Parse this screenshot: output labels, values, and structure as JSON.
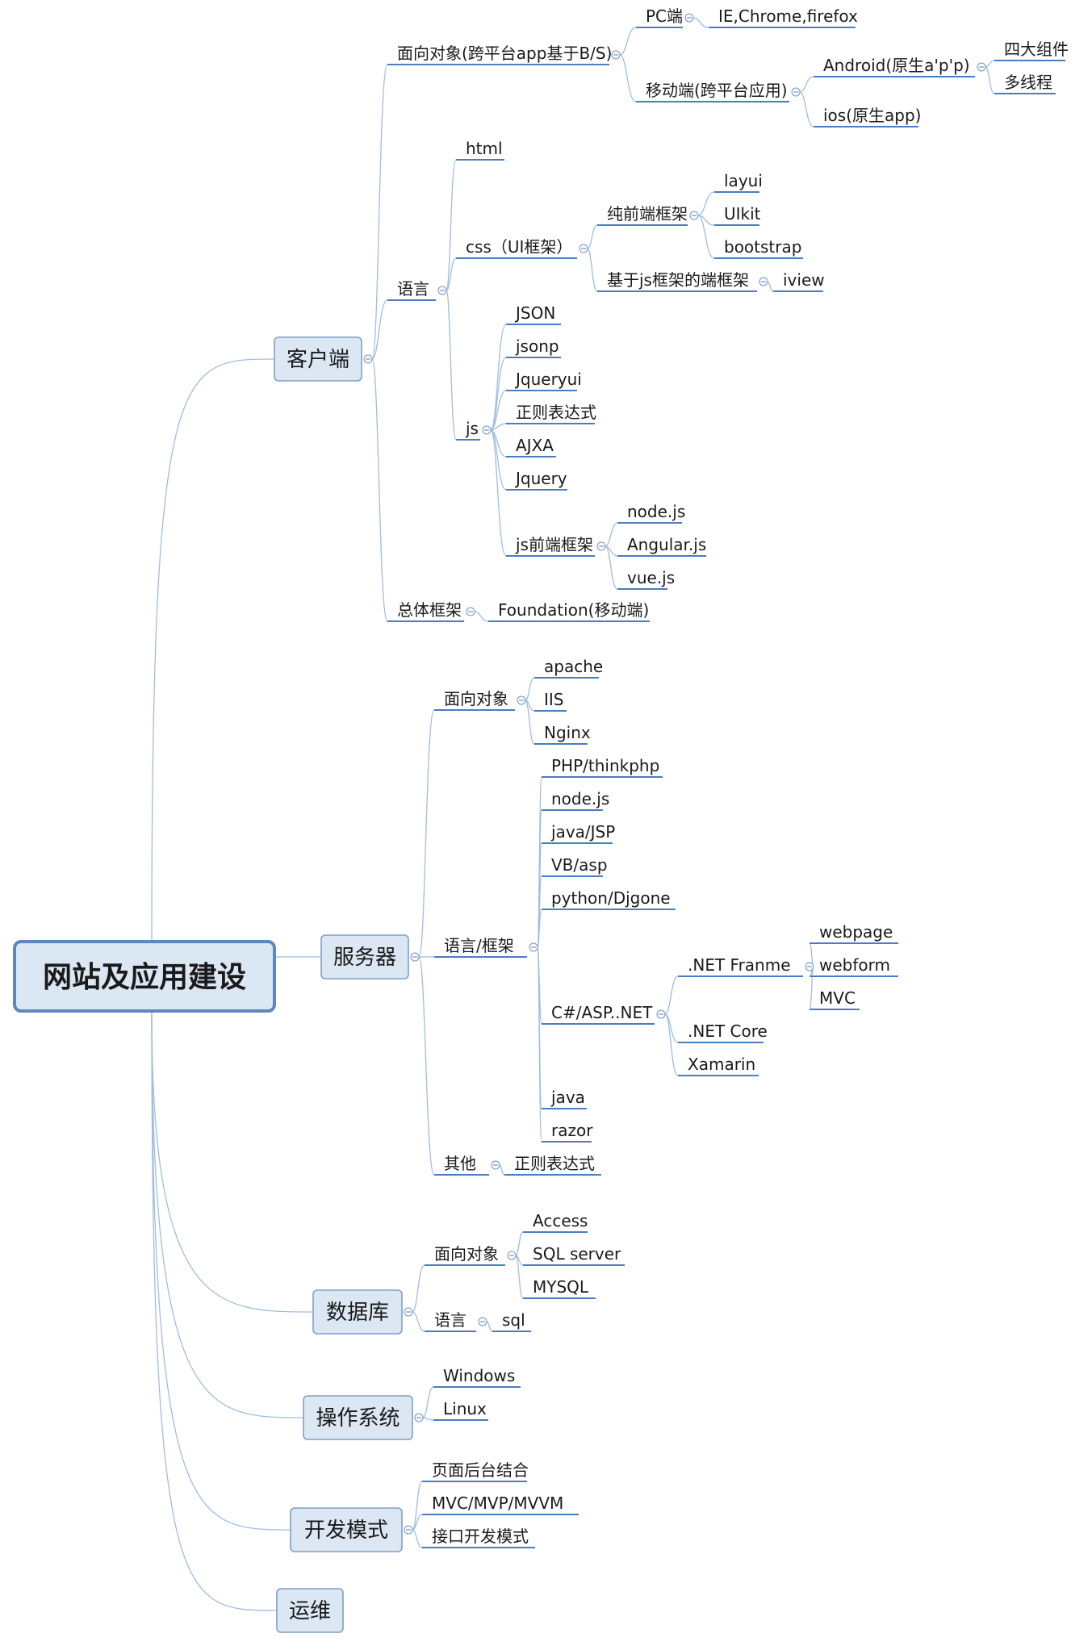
{
  "colors": {
    "connector": "#9fbde0",
    "underline": "#4a7cc0",
    "box_fill": "#dce7f4",
    "box_stroke": "#7f9fc7",
    "root_stroke": "#5f86bd",
    "text": "#1a1a1a"
  },
  "root": {
    "label": "网站及应用建设",
    "children": [
      {
        "label": "客户端",
        "children": [
          {
            "label": "面向对象(跨平台app基于B/S)",
            "children": [
              {
                "label": "PC端",
                "children": [
                  {
                    "label": "IE,Chrome,firefox"
                  }
                ]
              },
              {
                "label": "移动端(跨平台应用)",
                "children": [
                  {
                    "label": "Android(原生a'p'p)",
                    "children": [
                      {
                        "label": "四大组件"
                      },
                      {
                        "label": "多线程"
                      }
                    ]
                  },
                  {
                    "label": "ios(原生app)"
                  }
                ]
              }
            ]
          },
          {
            "label": "语言",
            "children": [
              {
                "label": "html"
              },
              {
                "label": "css（UI框架）",
                "children": [
                  {
                    "label": "纯前端框架",
                    "children": [
                      {
                        "label": "layui"
                      },
                      {
                        "label": "UIkit"
                      },
                      {
                        "label": "bootstrap"
                      }
                    ]
                  },
                  {
                    "label": "基于js框架的端框架",
                    "children": [
                      {
                        "label": "iview"
                      }
                    ]
                  }
                ]
              },
              {
                "label": "js",
                "children": [
                  {
                    "label": "JSON"
                  },
                  {
                    "label": "jsonp"
                  },
                  {
                    "label": "Jqueryui"
                  },
                  {
                    "label": "正则表达式"
                  },
                  {
                    "label": "AJXA"
                  },
                  {
                    "label": "Jquery"
                  },
                  {
                    "label": "js前端框架",
                    "children": [
                      {
                        "label": "node.js"
                      },
                      {
                        "label": "Angular.js"
                      },
                      {
                        "label": "vue.js"
                      }
                    ]
                  }
                ]
              }
            ]
          },
          {
            "label": "总体框架",
            "children": [
              {
                "label": "Foundation(移动端)"
              }
            ]
          }
        ]
      },
      {
        "label": "服务器",
        "children": [
          {
            "label": "面向对象",
            "children": [
              {
                "label": "apache"
              },
              {
                "label": "IIS"
              },
              {
                "label": "Nginx"
              }
            ]
          },
          {
            "label": "语言/框架",
            "children": [
              {
                "label": "PHP/thinkphp"
              },
              {
                "label": "node.js"
              },
              {
                "label": "java/JSP"
              },
              {
                "label": "VB/asp"
              },
              {
                "label": "python/Djgone"
              },
              {
                "label": "C#/ASP..NET",
                "children": [
                  {
                    "label": ".NET Franme",
                    "children": [
                      {
                        "label": "webpage"
                      },
                      {
                        "label": "webform"
                      },
                      {
                        "label": "MVC"
                      }
                    ]
                  },
                  {
                    "label": ".NET Core"
                  },
                  {
                    "label": "Xamarin"
                  }
                ]
              },
              {
                "label": "java"
              },
              {
                "label": "razor"
              }
            ]
          },
          {
            "label": "其他",
            "children": [
              {
                "label": "正则表达式"
              }
            ]
          }
        ]
      },
      {
        "label": "数据库",
        "children": [
          {
            "label": "面向对象",
            "children": [
              {
                "label": "Access"
              },
              {
                "label": "SQL server"
              },
              {
                "label": "MYSQL"
              }
            ]
          },
          {
            "label": "语言",
            "children": [
              {
                "label": "sql"
              }
            ]
          }
        ]
      },
      {
        "label": "操作系统",
        "children": [
          {
            "label": "Windows"
          },
          {
            "label": "Linux"
          }
        ]
      },
      {
        "label": "开发模式",
        "children": [
          {
            "label": "页面后台结合"
          },
          {
            "label": "MVC/MVP/MVVM"
          },
          {
            "label": "接口开发模式"
          }
        ]
      },
      {
        "label": "运维"
      }
    ]
  }
}
